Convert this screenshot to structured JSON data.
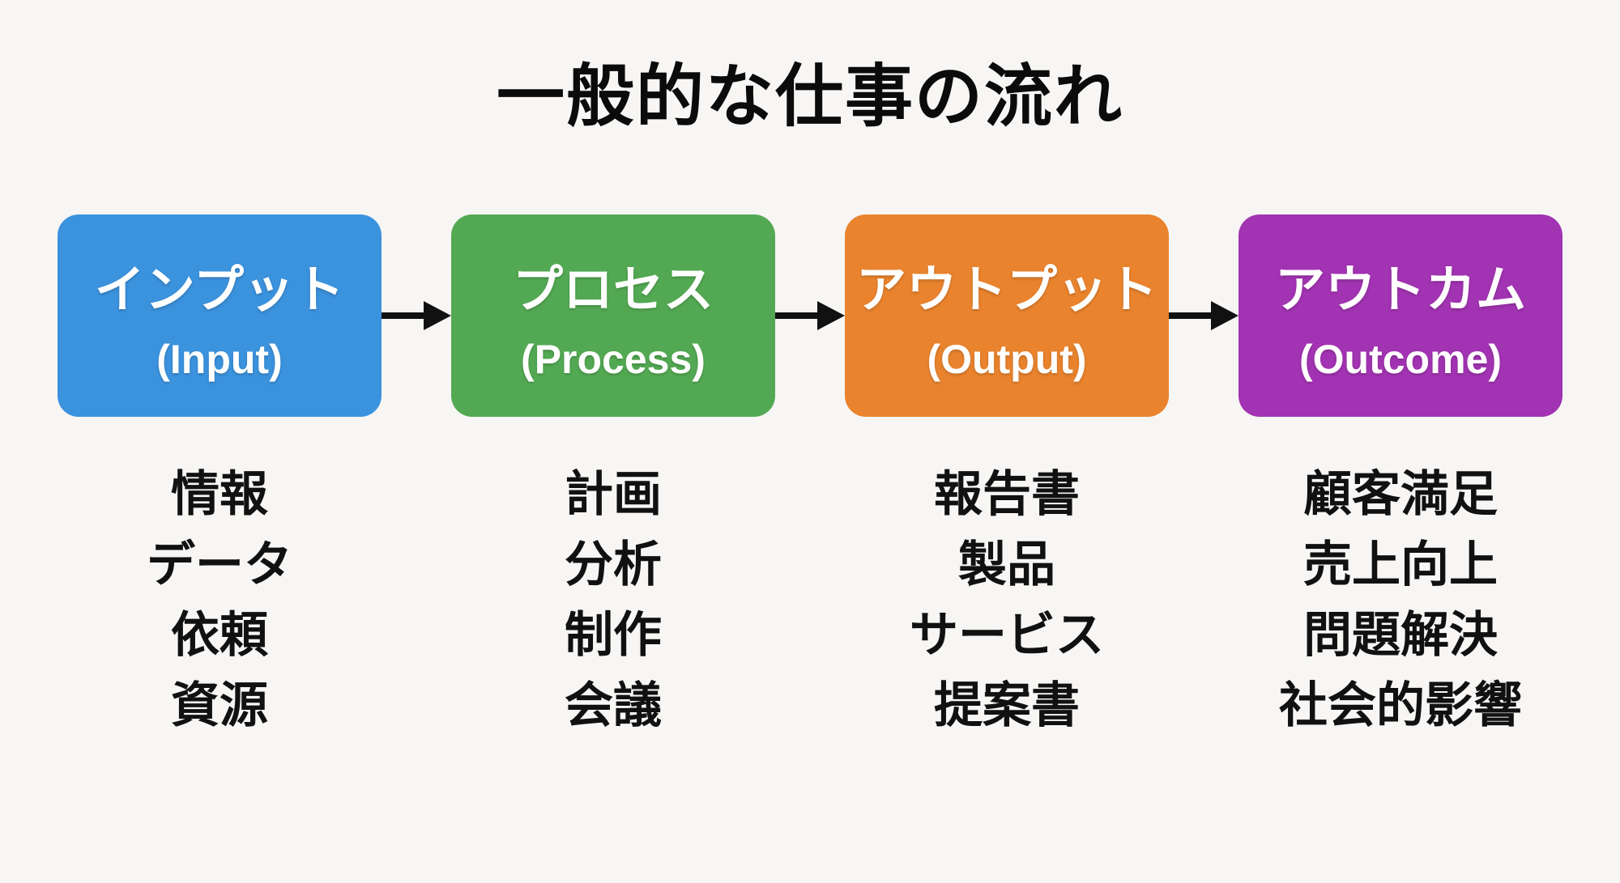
{
  "title": "一般的な仕事の流れ",
  "colors": {
    "background": "#F7F6F4",
    "input_box": "#3B92DD",
    "process_box": "#53A953",
    "output_box": "#E9832D",
    "outcome_box": "#A233B2",
    "box_text": "#FFFFFF",
    "arrow": "#111111",
    "list_text": "#111111",
    "title_text": "#0B0B0B"
  },
  "stages": [
    {
      "id": "input",
      "name_ja": "インプット",
      "name_en": "(Input)",
      "color": "#3B92DD",
      "items": [
        "情報",
        "データ",
        "依頼",
        "資源"
      ]
    },
    {
      "id": "process",
      "name_ja": "プロセス",
      "name_en": "(Process)",
      "color": "#53A953",
      "items": [
        "計画",
        "分析",
        "制作",
        "会議"
      ]
    },
    {
      "id": "output",
      "name_ja": "アウトプット",
      "name_en": "(Output)",
      "color": "#E9832D",
      "items": [
        "報告書",
        "製品",
        "サービス",
        "提案書"
      ]
    },
    {
      "id": "outcome",
      "name_ja": "アウトカム",
      "name_en": "(Outcome)",
      "color": "#A233B2",
      "items": [
        "顧客満足",
        "売上向上",
        "問題解決",
        "社会的影響"
      ]
    }
  ]
}
